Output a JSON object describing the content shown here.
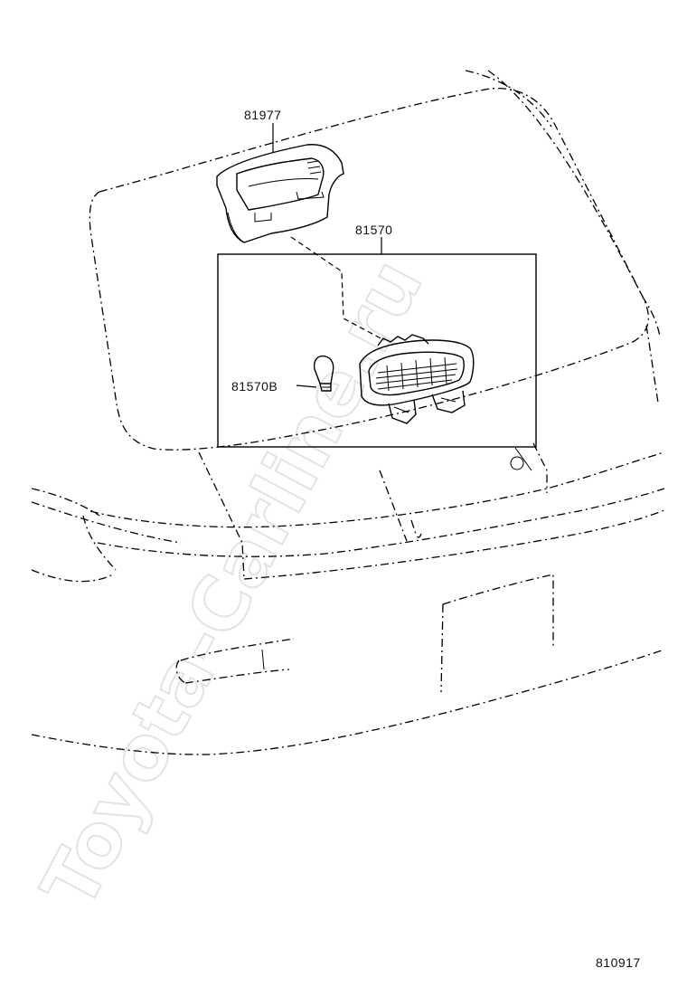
{
  "watermark": "Toyota-Carline.ru",
  "callouts": {
    "cover": "81977",
    "lamp_assembly": "81570",
    "bulb": "81570B"
  },
  "diagram_code": "810917"
}
